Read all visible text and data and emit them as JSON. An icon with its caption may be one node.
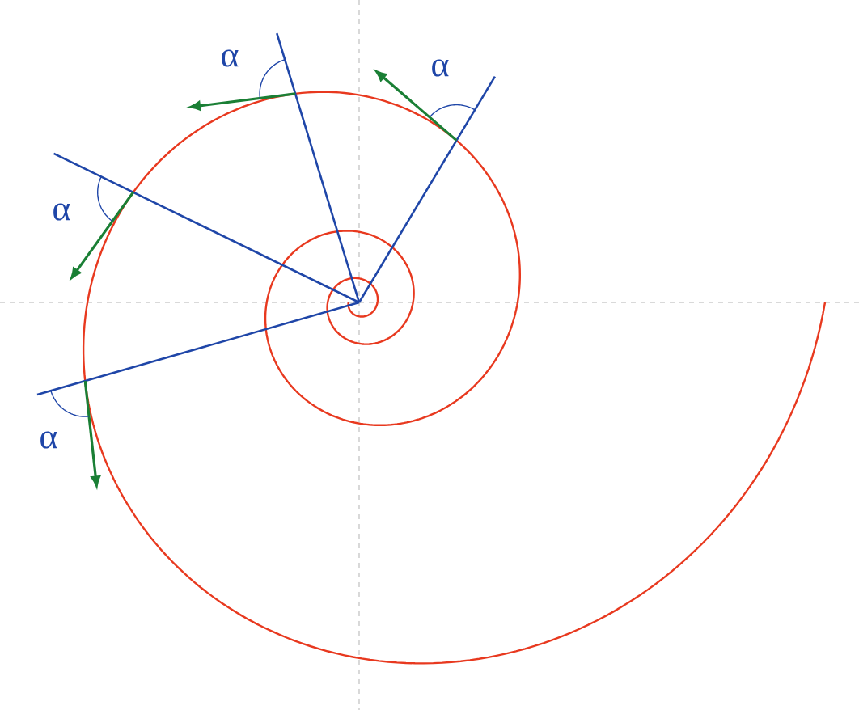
{
  "diagram": {
    "labels": [
      "α",
      "α",
      "α",
      "α"
    ]
  }
}
